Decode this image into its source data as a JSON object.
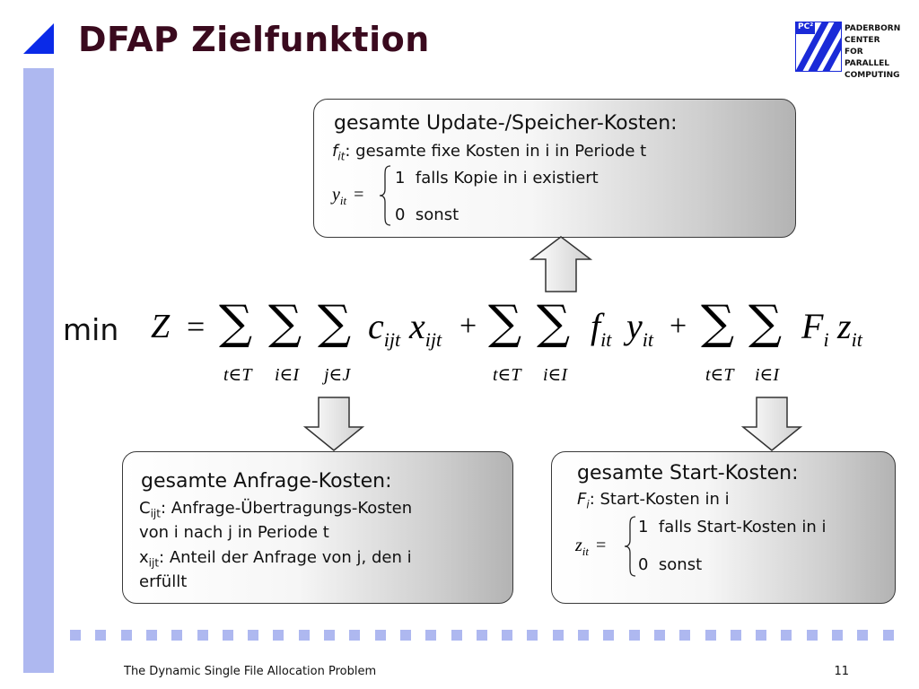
{
  "slide": {
    "title": "DFAP Zielfunktion",
    "footer": "The Dynamic Single File Allocation Problem",
    "page_number": "11"
  },
  "logo": {
    "badge": "PC²",
    "lines": [
      "PADERBORN",
      "CENTER FOR",
      "PARALLEL",
      "COMPUTING"
    ]
  },
  "update_box": {
    "heading": "gesamte Update-/Speicher-Kosten:",
    "var": "f",
    "var_sub": "it",
    "desc": ": gesamte fixe Kosten in i in Periode t",
    "piece_var": "y",
    "piece_sub": "it",
    "case1": "1  falls Kopie in i existiert",
    "case2": "0  sonst"
  },
  "formula": {
    "min": "min",
    "Z": "Z",
    "eq": "=",
    "sum": "∑",
    "plus": "+",
    "c": "c",
    "c_sub": "ijt",
    "x": "x",
    "x_sub": "ijt",
    "f": "f",
    "f_sub": "it",
    "y": "y",
    "y_sub": "it",
    "F": "F",
    "F_sub": "i",
    "z": "z",
    "z_sub": "it",
    "idx_t": "t∈T",
    "idx_i": "i∈I",
    "idx_j": "j∈J"
  },
  "request_box": {
    "heading": "gesamte Anfrage-Kosten:",
    "c_var": "C",
    "c_sub": "ijt",
    "c_desc": ": Anfrage-Übertragungs-Kosten",
    "c_desc2": "von i nach j in Periode t",
    "x_var": "x",
    "x_sub": "ijt",
    "x_desc": ": Anteil der Anfrage von j, den i",
    "x_desc2": "erfüllt"
  },
  "start_box": {
    "heading": "gesamte Start-Kosten:",
    "var": "F",
    "var_sub": "i",
    "desc": ": Start-Kosten in i",
    "piece_var": "z",
    "piece_sub": "it",
    "case1": "1  falls Start-Kosten in i",
    "case2": "0  sonst"
  },
  "colors": {
    "accent_blue": "#0a2ae8",
    "sidebar": "#aeb8f0",
    "title": "#3a0a1e"
  }
}
